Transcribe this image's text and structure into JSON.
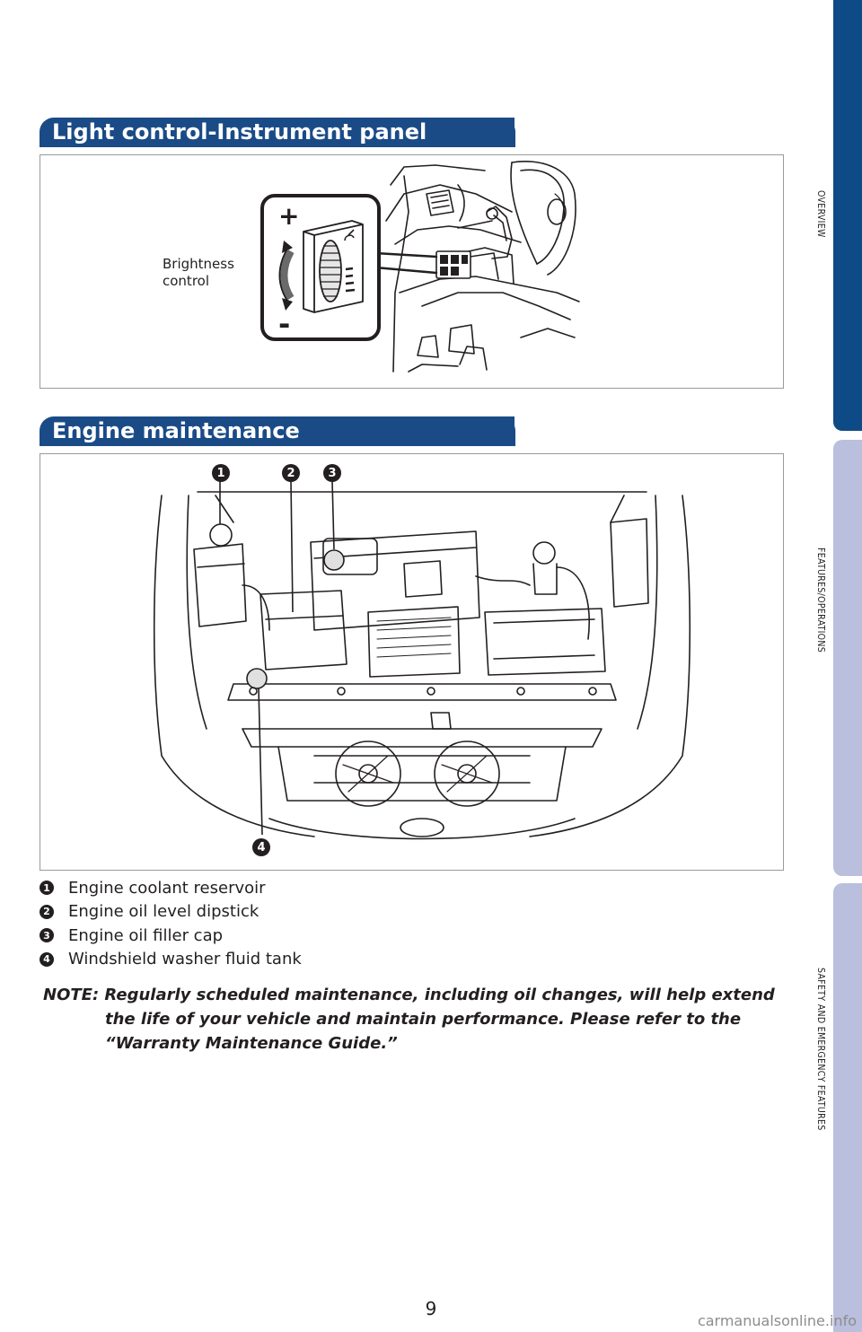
{
  "sections": {
    "light": {
      "title": "Light control-Instrument panel",
      "brightness_label": "Brightness\ncontrol",
      "plus": "+",
      "minus": "-"
    },
    "engine": {
      "title": "Engine maintenance"
    }
  },
  "callouts": [
    "1",
    "2",
    "3",
    "4"
  ],
  "legend": [
    {
      "num": "1",
      "text": "Engine coolant reservoir"
    },
    {
      "num": "2",
      "text": "Engine oil level dipstick"
    },
    {
      "num": "3",
      "text": "Engine oil filler cap"
    },
    {
      "num": "4",
      "text": "Windshield washer fluid tank"
    }
  ],
  "note": "NOTE: Regularly scheduled maintenance, including oil changes, will help extend the life of your vehicle and maintain performance. Please refer to the “Warranty Maintenance Guide.”",
  "side_tabs": [
    "OVERVIEW",
    "FEATURES/OPERATIONS",
    "SAFETY AND EMERGENCY FEATURES"
  ],
  "page_number": "9",
  "watermark": "carmanualsonline.info",
  "colors": {
    "header_blue": "#1a4b86",
    "tab_active": "#0e4a86",
    "tab_inactive": "#b9bfdc",
    "outline": "#231f20"
  }
}
